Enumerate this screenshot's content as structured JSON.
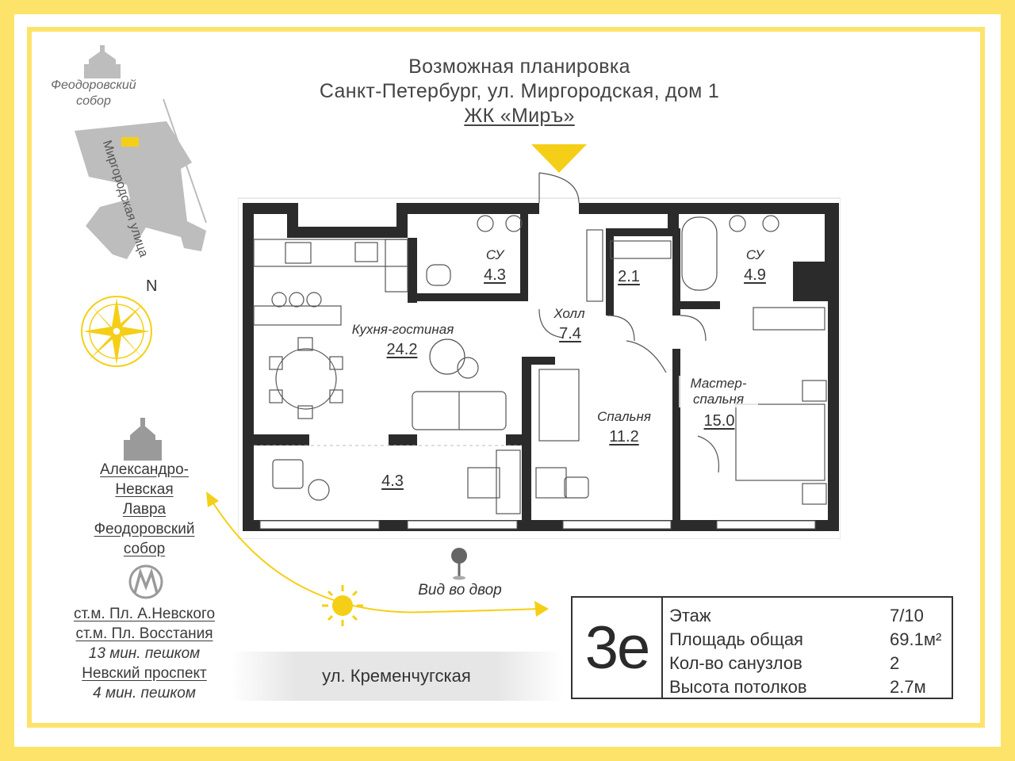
{
  "header": {
    "line1": "Возможная планировка",
    "line2": "Санкт-Петербург, ул. Миргородская, дом 1",
    "line3": "ЖК «Миръ»"
  },
  "site_map": {
    "landmark": "Феодоровский собор",
    "street": "Миргородская улица",
    "compass_north": "N"
  },
  "rooms": [
    {
      "name": "Кухня-гостиная",
      "area": "24.2"
    },
    {
      "name": "СУ",
      "area": "4.3"
    },
    {
      "name": "",
      "area": "2.1"
    },
    {
      "name": "СУ",
      "area": "4.9"
    },
    {
      "name": "Холл",
      "area": "7.4"
    },
    {
      "name": "Спальня",
      "area": "11.2"
    },
    {
      "name": "Мастер-спальня",
      "area": "15.0"
    },
    {
      "name": "",
      "area": "4.3"
    }
  ],
  "view": {
    "label": "Вид во двор"
  },
  "nearby": {
    "monument": [
      "Александро-",
      "Невская",
      "Лавра",
      "Феодоровский",
      "собор"
    ],
    "metro1": "ст.м. Пл. А.Невского",
    "metro2": "ст.м. Пл. Восстания",
    "metro_walk": "13 мин. пешком",
    "avenue": "Невский проспект",
    "avenue_walk": "4 мин. пешком"
  },
  "street_bottom": "ул. Кременчугская",
  "info": {
    "code": "3е",
    "rows": [
      {
        "label": "Этаж",
        "value": "7/10"
      },
      {
        "label": "Площадь общая",
        "value": "69.1м²"
      },
      {
        "label": "Кол-во санузлов",
        "value": "2"
      },
      {
        "label": "Высота потолков",
        "value": "2.7м"
      }
    ]
  },
  "colors": {
    "accent": "#fde36a",
    "wall": "#2b2b2b",
    "map_gray": "#bdbdbd",
    "sun": "#f5cf17"
  }
}
